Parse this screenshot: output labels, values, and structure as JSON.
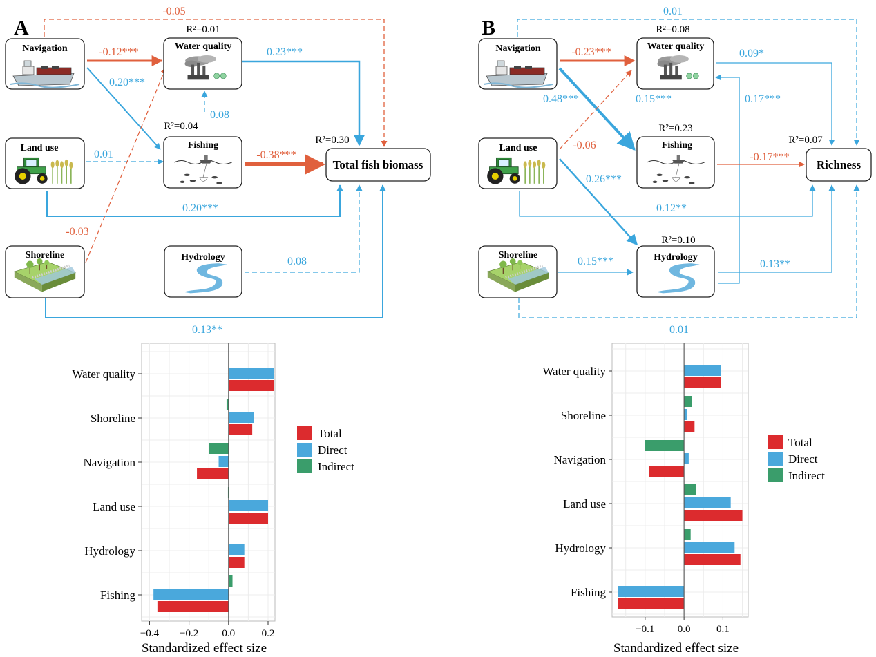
{
  "panel_a": {
    "letter": "A",
    "nodes": {
      "navigation": "Navigation",
      "water_quality": "Water quality",
      "land_use": "Land use",
      "fishing": "Fishing",
      "shoreline": "Shoreline",
      "hydrology": "Hydrology",
      "response": "Total fish biomass"
    },
    "r2": {
      "water_quality": "R²=0.01",
      "fishing": "R²=0.04",
      "response": "R²=0.30"
    },
    "paths": {
      "nav_resp": "-0.05",
      "nav_wq": "-0.12***",
      "nav_fish": "0.20***",
      "wq_resp": "0.23***",
      "fish_wq": "0.08",
      "land_fish": "0.01",
      "fish_resp": "-0.38***",
      "land_resp": "0.20***",
      "shore_wq": "-0.03",
      "hydro_resp": "0.08",
      "shore_resp": "0.13**"
    }
  },
  "panel_b": {
    "letter": "B",
    "nodes": {
      "navigation": "Navigation",
      "water_quality": "Water quality",
      "land_use": "Land use",
      "fishing": "Fishing",
      "shoreline": "Shoreline",
      "hydrology": "Hydrology",
      "response": "Richness"
    },
    "r2": {
      "water_quality": "R²=0.08",
      "fishing": "R²=0.23",
      "hydrology": "R²=0.10",
      "response": "R²=0.07"
    },
    "paths": {
      "nav_resp": "0.01",
      "nav_wq": "-0.23***",
      "nav_fish": "0.48***",
      "land_wq": "-0.06",
      "land_wq_b": "0.15***",
      "wq_resp": "0.09*",
      "hydro_wq": "0.17***",
      "fish_resp": "-0.17***",
      "land_resp": "0.12**",
      "land_hydro": "0.26***",
      "shore_hydro": "0.15***",
      "hydro_resp": "0.13**",
      "shore_resp": "0.01"
    }
  },
  "chart_data": [
    {
      "type": "bar",
      "orientation": "horizontal",
      "categories": [
        "Water quality",
        "Shoreline",
        "Navigation",
        "Land use",
        "Hydrology",
        "Fishing"
      ],
      "series": [
        {
          "name": "Total",
          "values": [
            0.23,
            0.12,
            -0.16,
            0.2,
            0.08,
            -0.36
          ]
        },
        {
          "name": "Direct",
          "values": [
            0.23,
            0.13,
            -0.05,
            0.2,
            0.08,
            -0.38
          ]
        },
        {
          "name": "Indirect",
          "values": [
            0.0,
            -0.01,
            -0.1,
            -0.003,
            0.0,
            0.02
          ]
        }
      ],
      "xlabel": "Standardized effect size",
      "xlim": [
        -0.44,
        0.235
      ],
      "xticks": [
        "−0.4",
        "−0.2",
        "0.0",
        "0.2"
      ],
      "xtick_values": [
        -0.4,
        -0.2,
        0.0,
        0.2
      ],
      "grid": true
    },
    {
      "type": "bar",
      "orientation": "horizontal",
      "categories": [
        "Water quality",
        "Shoreline",
        "Navigation",
        "Land use",
        "Hydrology",
        "Fishing"
      ],
      "series": [
        {
          "name": "Total",
          "values": [
            0.095,
            0.027,
            -0.09,
            0.15,
            0.145,
            -0.17
          ]
        },
        {
          "name": "Direct",
          "values": [
            0.095,
            0.008,
            0.012,
            0.12,
            0.13,
            -0.17
          ]
        },
        {
          "name": "Indirect",
          "values": [
            0.0,
            0.02,
            -0.1,
            0.03,
            0.017,
            0.0
          ]
        }
      ],
      "xlabel": "Standardized effect size",
      "xlim": [
        -0.185,
        0.165
      ],
      "xticks": [
        "−0.1",
        "0.0",
        "0.1"
      ],
      "xtick_values": [
        -0.1,
        0.0,
        0.1
      ],
      "grid": true
    }
  ],
  "legend": {
    "total": "Total",
    "direct": "Direct",
    "indirect": "Indirect"
  },
  "colors": {
    "total": "#dc2b2e",
    "direct": "#4aa8dc",
    "indirect": "#3a9d6b",
    "positive_path": "#3aa6dd",
    "negative_path": "#e0603d"
  }
}
